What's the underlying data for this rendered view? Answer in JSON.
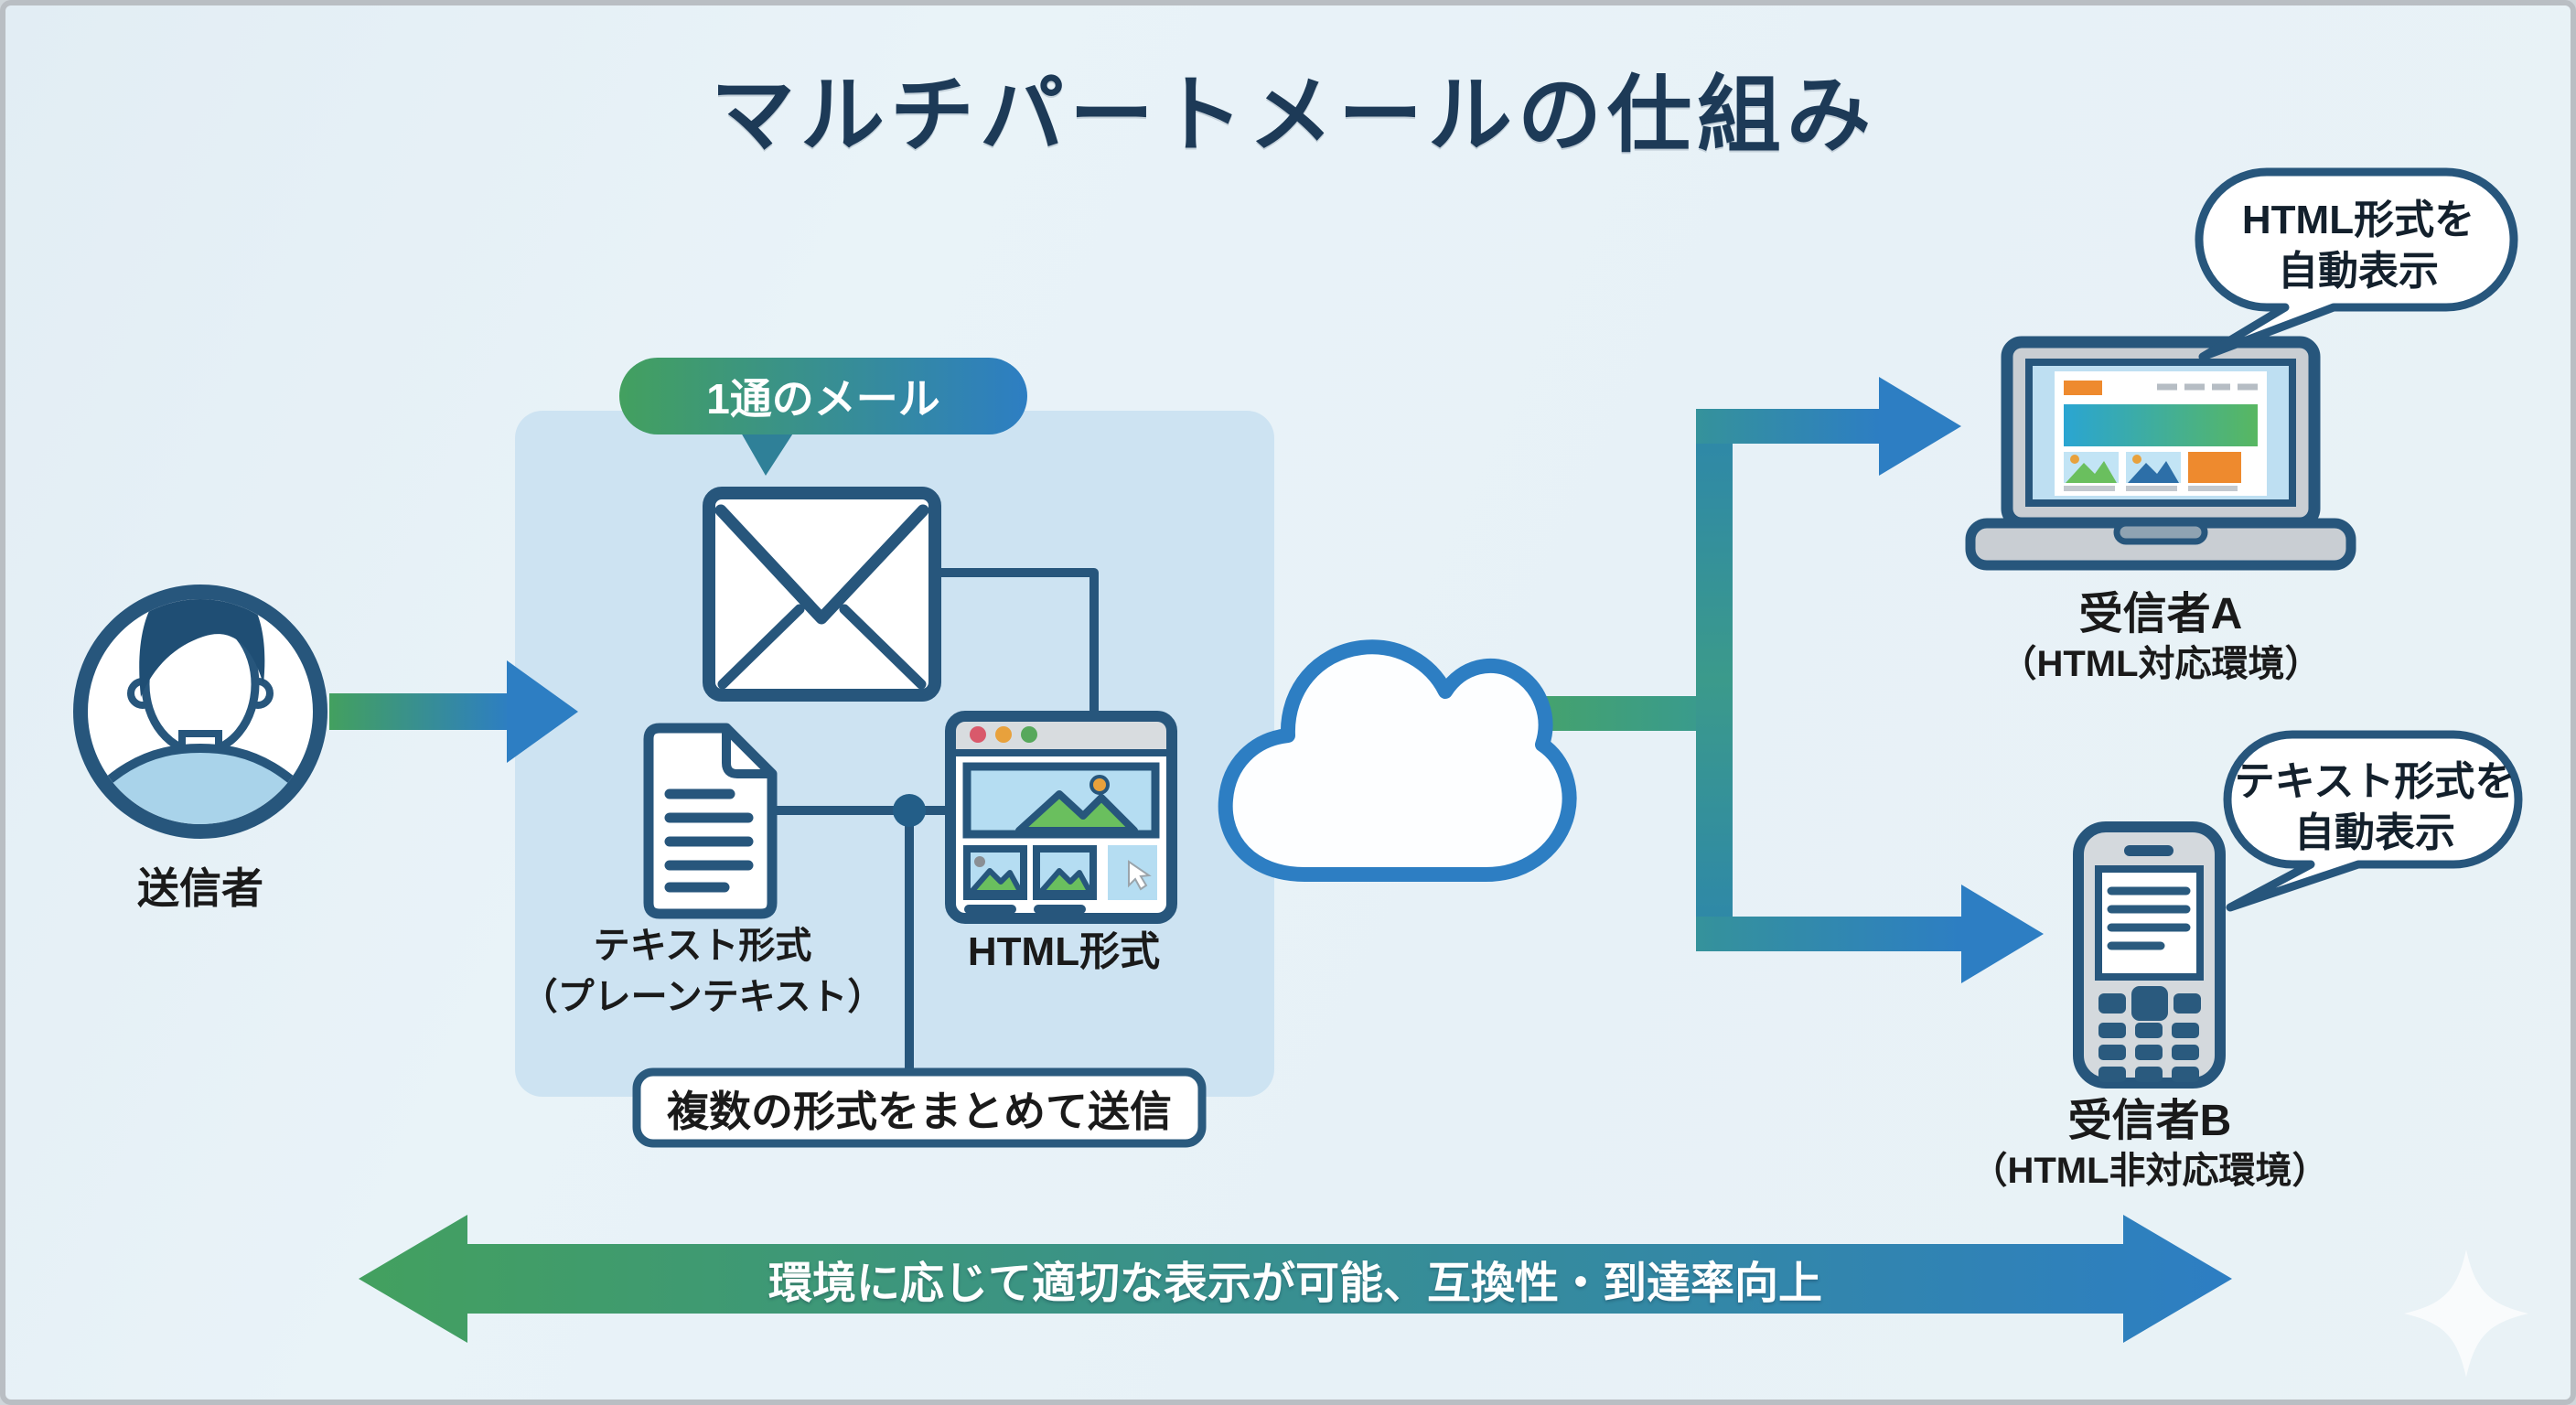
{
  "title": "マルチパートメールの仕組み",
  "sender": {
    "label": "送信者"
  },
  "mail_group": {
    "badge": "1通のメール",
    "text_format_line1": "テキスト形式",
    "text_format_line2": "（プレーンテキスト）",
    "html_format_label": "HTML形式",
    "bundle_note": "複数の形式をまとめて送信"
  },
  "receiver_a": {
    "name": "受信者A",
    "environment": "（HTML対応環境）",
    "bubble_line1": "HTML形式を",
    "bubble_line2": "自動表示"
  },
  "receiver_b": {
    "name": "受信者B",
    "environment": "（HTML非対応環境）",
    "bubble_line1": "テキスト形式を",
    "bubble_line2": "自動表示"
  },
  "footer": {
    "banner": "環境に応じて適切な表示が可能、互換性・到達率向上"
  },
  "palette": {
    "background": "#e9f2f7",
    "panel_blue": "#cde3f2",
    "outline_navy": "#27567c",
    "title_navy": "#1d3a57",
    "gradient_green": "#43a05f",
    "gradient_blue": "#2d7ec3",
    "trunk_teal": "#3a9a8b",
    "accent_orange": "#ee8a2e",
    "traffic_red": "#d9596b",
    "traffic_orange": "#e8a13c",
    "traffic_green": "#57a85c",
    "hero_blue": "#2aa5d2",
    "hero_green": "#58b761"
  },
  "icons": {
    "sender": "person-circle-icon",
    "mail": "envelope-icon",
    "text_part": "document-icon",
    "html_part": "browser-window-icon",
    "network": "cloud-icon",
    "receiver_a": "laptop-icon",
    "receiver_b": "feature-phone-icon",
    "decor": "sparkle-icon"
  }
}
